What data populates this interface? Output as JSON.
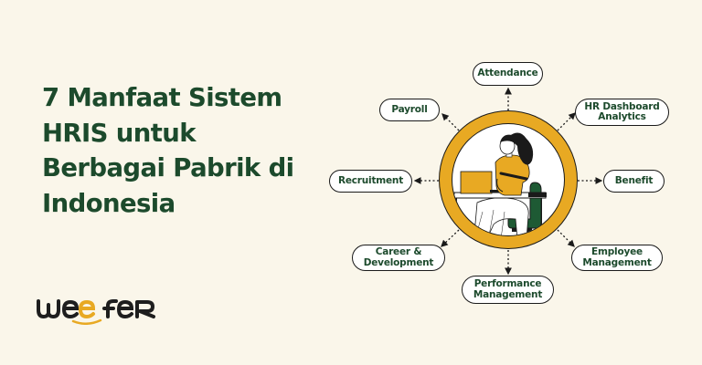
{
  "title": {
    "lines": [
      "7 Manfaat Sistem",
      "HRIS untuk",
      "Berbagai Pabrik di",
      "Indonesia"
    ]
  },
  "logo": {
    "text": "weefer",
    "colors": {
      "dark": "#1E1E1E",
      "accent": "#E8A923"
    }
  },
  "diagram": {
    "center_illustration": "woman-working-at-laptop",
    "ring_color": "#E8A923",
    "nodes": [
      {
        "id": "attendance",
        "lines": [
          "Attendance"
        ]
      },
      {
        "id": "payroll",
        "lines": [
          "Payroll"
        ]
      },
      {
        "id": "hr-dashboard-analytics",
        "lines": [
          "HR Dashboard",
          "Analytics"
        ]
      },
      {
        "id": "recruitment",
        "lines": [
          "Recruitment"
        ]
      },
      {
        "id": "benefit",
        "lines": [
          "Benefit"
        ]
      },
      {
        "id": "career-development",
        "lines": [
          "Career &",
          "Development"
        ]
      },
      {
        "id": "employee-management",
        "lines": [
          "Employee",
          "Management"
        ]
      },
      {
        "id": "performance-management",
        "lines": [
          "Performance",
          "Management"
        ]
      }
    ]
  },
  "colors": {
    "background": "#FAF6EA",
    "heading": "#1C4A2C",
    "accent": "#E8A923",
    "chair": "#1E5A34"
  }
}
